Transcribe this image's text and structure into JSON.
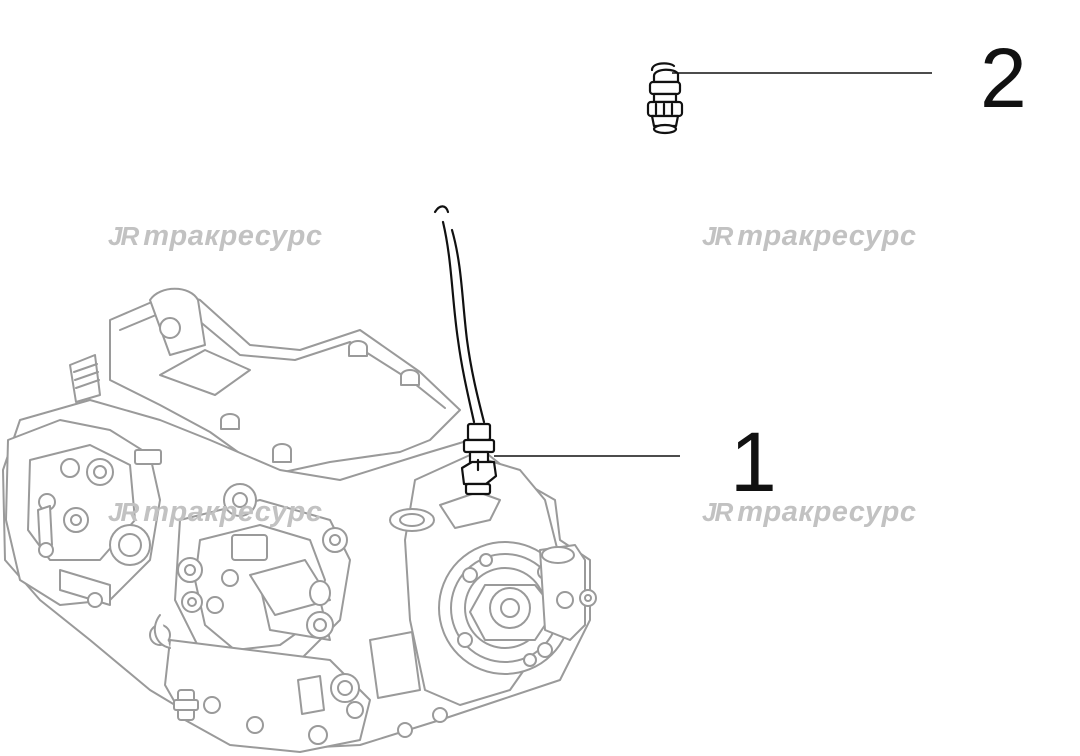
{
  "callouts": [
    {
      "id": "1",
      "label": "1"
    },
    {
      "id": "2",
      "label": "2"
    }
  ],
  "watermark": {
    "logo": "JR",
    "text": "тракресурс"
  },
  "colors": {
    "line": "#111111",
    "engine_gray": "#9a9a9a",
    "watermark": "#c2c2c2"
  }
}
